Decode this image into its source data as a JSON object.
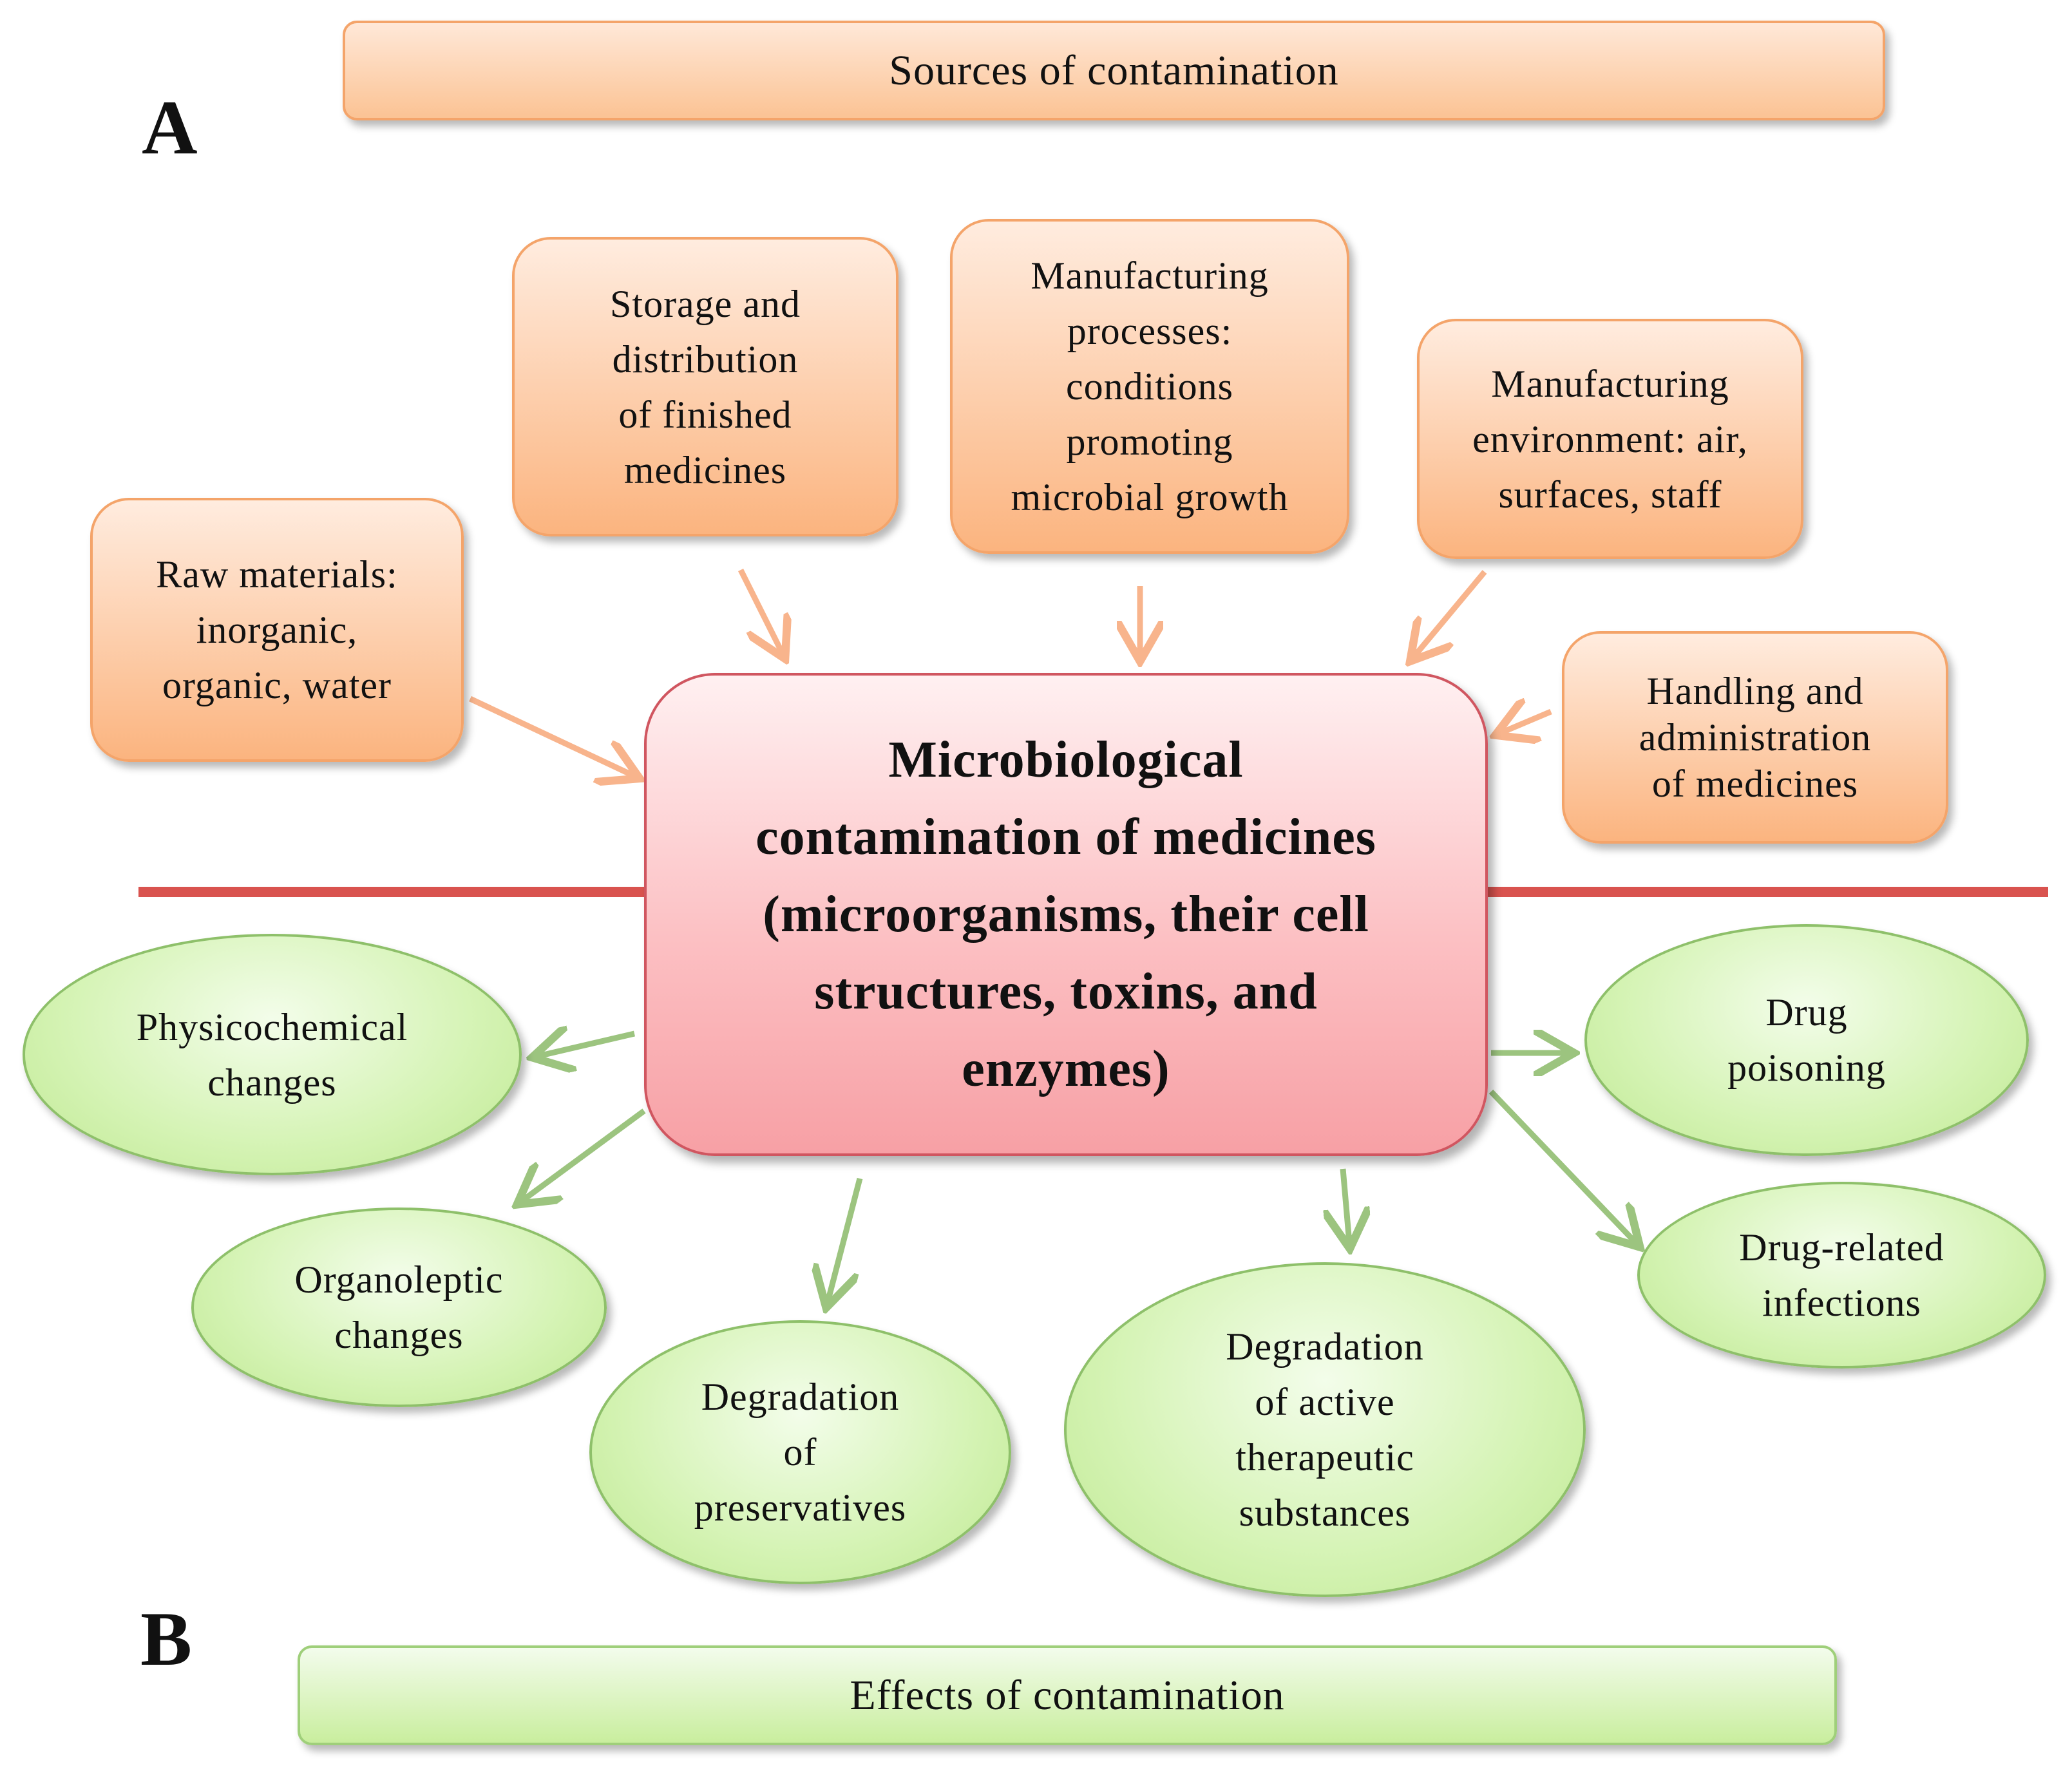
{
  "panel_a": {
    "letter": "A",
    "header": "Sources of contamination",
    "sources": [
      "Raw materials:\ninorganic,\norganic, water",
      "Storage and\ndistribution\nof finished\nmedicines",
      "Manufacturing\nprocesses:\nconditions\npromoting\nmicrobial growth",
      "Manufacturing\nenvironment: air,\nsurfaces, staff",
      "Handling and\nadministration\nof medicines"
    ]
  },
  "central": {
    "text": "Microbiological\ncontamination of medicines\n(microorganisms, their cell\nstructures, toxins, and\nenzymes)"
  },
  "panel_b": {
    "letter": "B",
    "header": "Effects of contamination",
    "effects": [
      "Physicochemical\nchanges",
      "Organoleptic\nchanges",
      "Degradation\nof\npreservatives",
      "Degradation\nof active\ntherapeutic\nsubstances",
      "Drug\npoisoning",
      "Drug-related\ninfections"
    ]
  },
  "colors": {
    "source_fill": "#fbb47f",
    "source_arrow": "#f8b48c",
    "effect_fill": "#d4f3b3",
    "effect_arrow": "#9cc47f",
    "central_fill": "#f7a0a5",
    "divider": "#d9534f"
  }
}
